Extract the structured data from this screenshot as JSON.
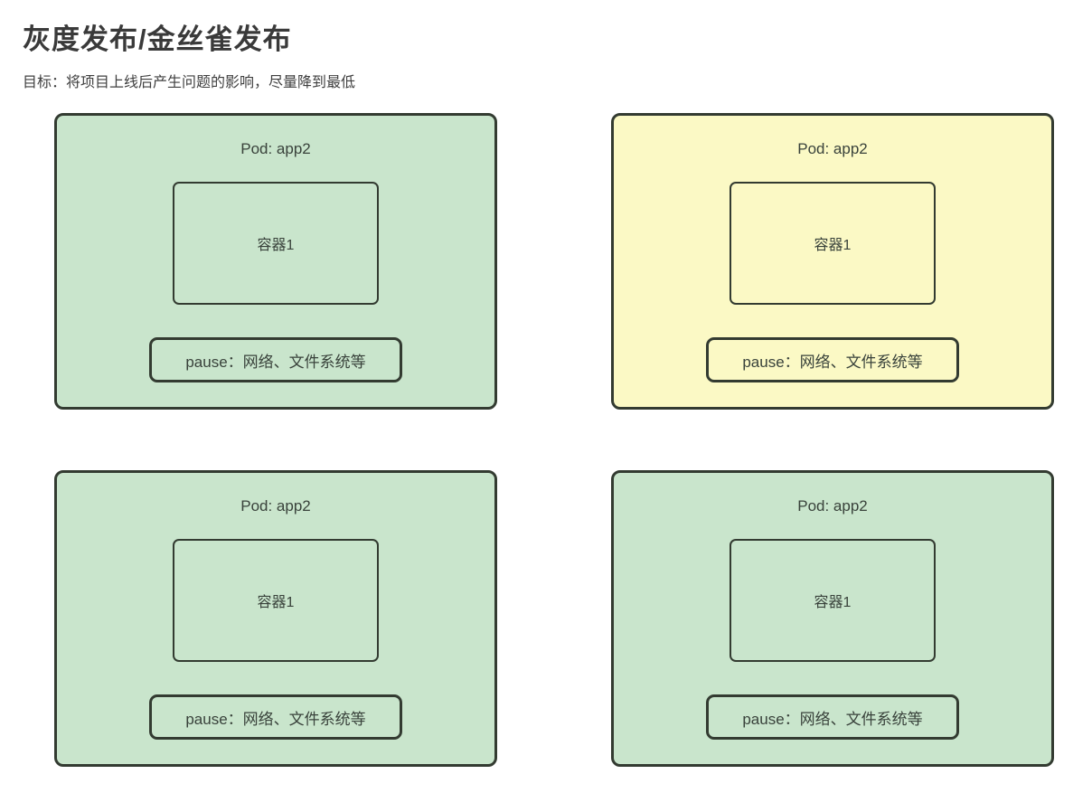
{
  "page": {
    "title": "灰度发布/金丝雀发布",
    "subtitle": "目标：将项目上线后产生问题的影响，尽量降到最低"
  },
  "colors": {
    "background": "#ffffff",
    "pod_green_fill": "#c9e5cc",
    "pod_yellow_fill": "#fbf9c5",
    "box_border": "#333b31",
    "title_text": "#3a3a3a",
    "body_text": "#39423b"
  },
  "pods": [
    {
      "variant": "green",
      "pod_label": "Pod: app2",
      "container_label": "容器1",
      "pause_label": "pause：网络、文件系统等"
    },
    {
      "variant": "yellow",
      "pod_label": "Pod: app2",
      "container_label": "容器1",
      "pause_label": "pause：网络、文件系统等"
    },
    {
      "variant": "green",
      "pod_label": "Pod: app2",
      "container_label": "容器1",
      "pause_label": "pause：网络、文件系统等"
    },
    {
      "variant": "green",
      "pod_label": "Pod: app2",
      "container_label": "容器1",
      "pause_label": "pause：网络、文件系统等"
    }
  ]
}
